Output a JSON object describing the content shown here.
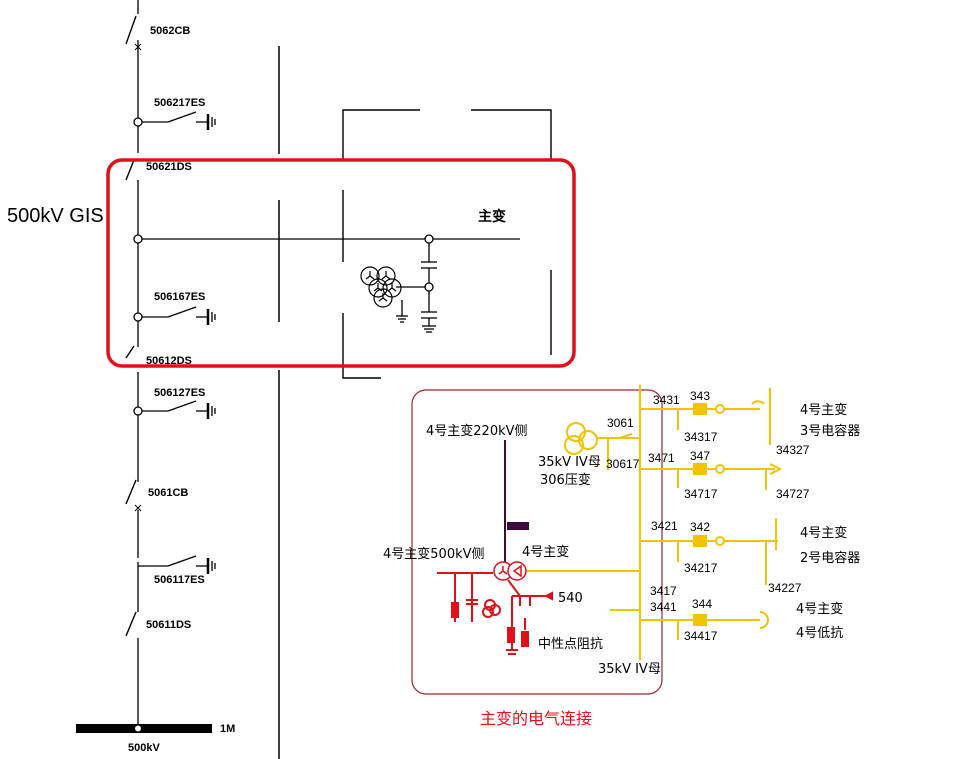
{
  "labels": {
    "cb5062": "5062CB",
    "es506217": "506217ES",
    "ds50621": "50621DS",
    "gis": "500kV GIS",
    "main_tx": "主变",
    "es506167": "506167ES",
    "ds50612": "50612DS",
    "es506127": "506127ES",
    "cb5061": "5061CB",
    "es506117": "506117ES",
    "ds50611": "50611DS",
    "bus_1m": "1M",
    "bus_500kv": "500kV"
  },
  "inset": {
    "title": "主变的电气连接",
    "tx220_side": "4号主变220kV侧",
    "tx500_side": "4号主变500kV侧",
    "tx4": "4号主变",
    "n540": "540",
    "neutral_reactor": "中性点阻抗",
    "bus35_label": "35kV IV母",
    "bus35_bottom": "35kV IV母",
    "tx306": "306压变",
    "s3061": "3061",
    "s30617": "30617",
    "s3431": "3431",
    "s343": "343",
    "s34317": "34317",
    "s34327": "34327",
    "s3471": "3471",
    "s347": "347",
    "s34717": "34717",
    "s34727": "34727",
    "s3421": "3421",
    "s342": "342",
    "s34217": "34217",
    "s34227": "34227",
    "s3417": "3417",
    "s3441": "3441",
    "s344": "344",
    "s34417": "34417",
    "cap3_a": "4号主变",
    "cap3_b": "3号电容器",
    "cap2_a": "4号主变",
    "cap2_b": "2号电容器",
    "react_a": "4号主变",
    "react_b": "4号低抗"
  },
  "colors": {
    "line": "#000000",
    "highlight": "#e0101a",
    "inset_border": "#9b2630",
    "yellow": "#f2c300",
    "orange": "#f5a300",
    "red": "#e0101a",
    "purple": "#3a0a3a"
  }
}
